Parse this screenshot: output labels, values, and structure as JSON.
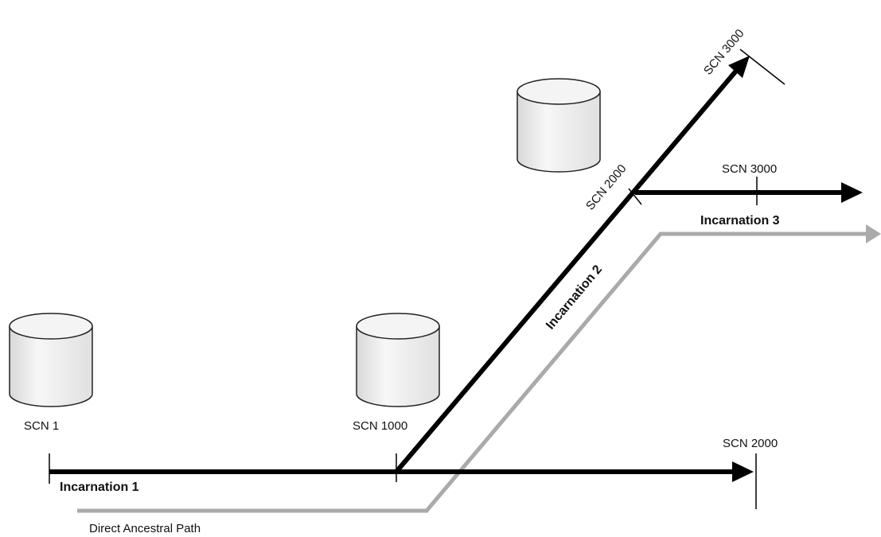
{
  "diagram": {
    "labels": {
      "scn1": "SCN 1",
      "scn1000": "SCN 1000",
      "scn2000_inc1": "SCN 2000",
      "scn2000_inc2": "SCN 2000",
      "scn3000_inc2": "SCN 3000",
      "scn3000_inc3": "SCN 3000",
      "incarnation1": "Incarnation 1",
      "incarnation2": "Incarnation 2",
      "incarnation3": "Incarnation 3",
      "ancestral_path": "Direct Ancestral Path"
    },
    "colors": {
      "line": "#000000",
      "path": "#aaaaaa",
      "cylinder_fill": "#f2f2f2",
      "cylinder_stroke": "#222222"
    }
  }
}
